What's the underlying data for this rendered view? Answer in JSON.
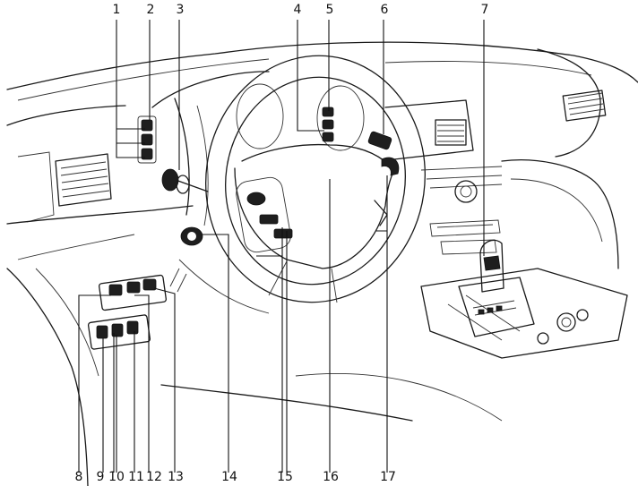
{
  "callouts_top": [
    "1",
    "2",
    "3",
    "4",
    "5",
    "6",
    "7"
  ],
  "callouts_bottom": [
    "8",
    "9",
    "10",
    "11",
    "12",
    "13",
    "14",
    "15",
    "16",
    "17"
  ],
  "colors": {
    "line": "#1a1a1a",
    "fill_dark": "#1e1e1e",
    "background": "#ffffff"
  },
  "icons": [
    "steering-wheel-icon",
    "gear-shifter-icon",
    "air-vent-icon",
    "switch-icon"
  ]
}
